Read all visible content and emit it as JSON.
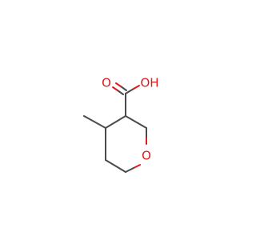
{
  "molecule": {
    "atoms": {
      "carbonyl_oxygen": "O",
      "hydroxyl": "OH",
      "ring_oxygen": "O"
    },
    "colors": {
      "carbon_bond": "#4a4a4a",
      "heteroatom": "#e0191b"
    }
  }
}
